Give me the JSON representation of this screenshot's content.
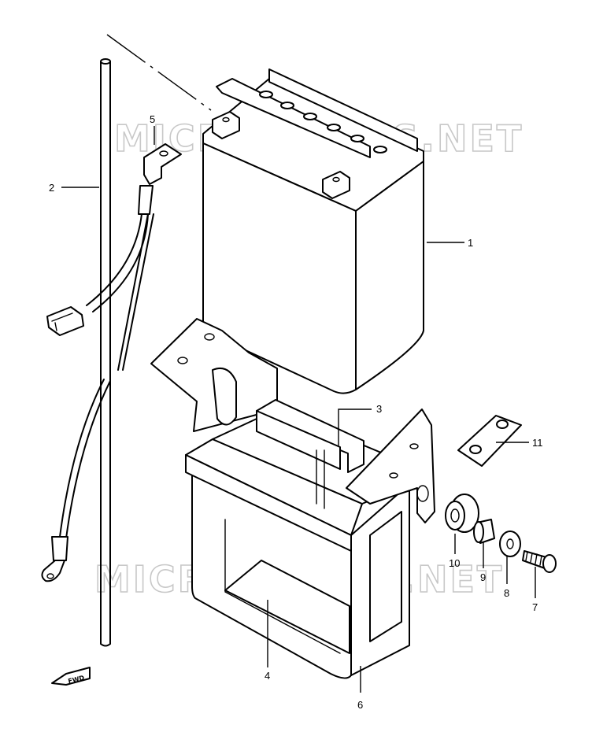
{
  "watermark": "MICROFICHES.NET",
  "fwd_label": "FWD",
  "callouts": {
    "c1": "1",
    "c2": "2",
    "c3": "3",
    "c4": "4",
    "c5": "5",
    "c6": "6",
    "c7": "7",
    "c8": "8",
    "c9": "9",
    "c10": "10",
    "c11": "11"
  }
}
